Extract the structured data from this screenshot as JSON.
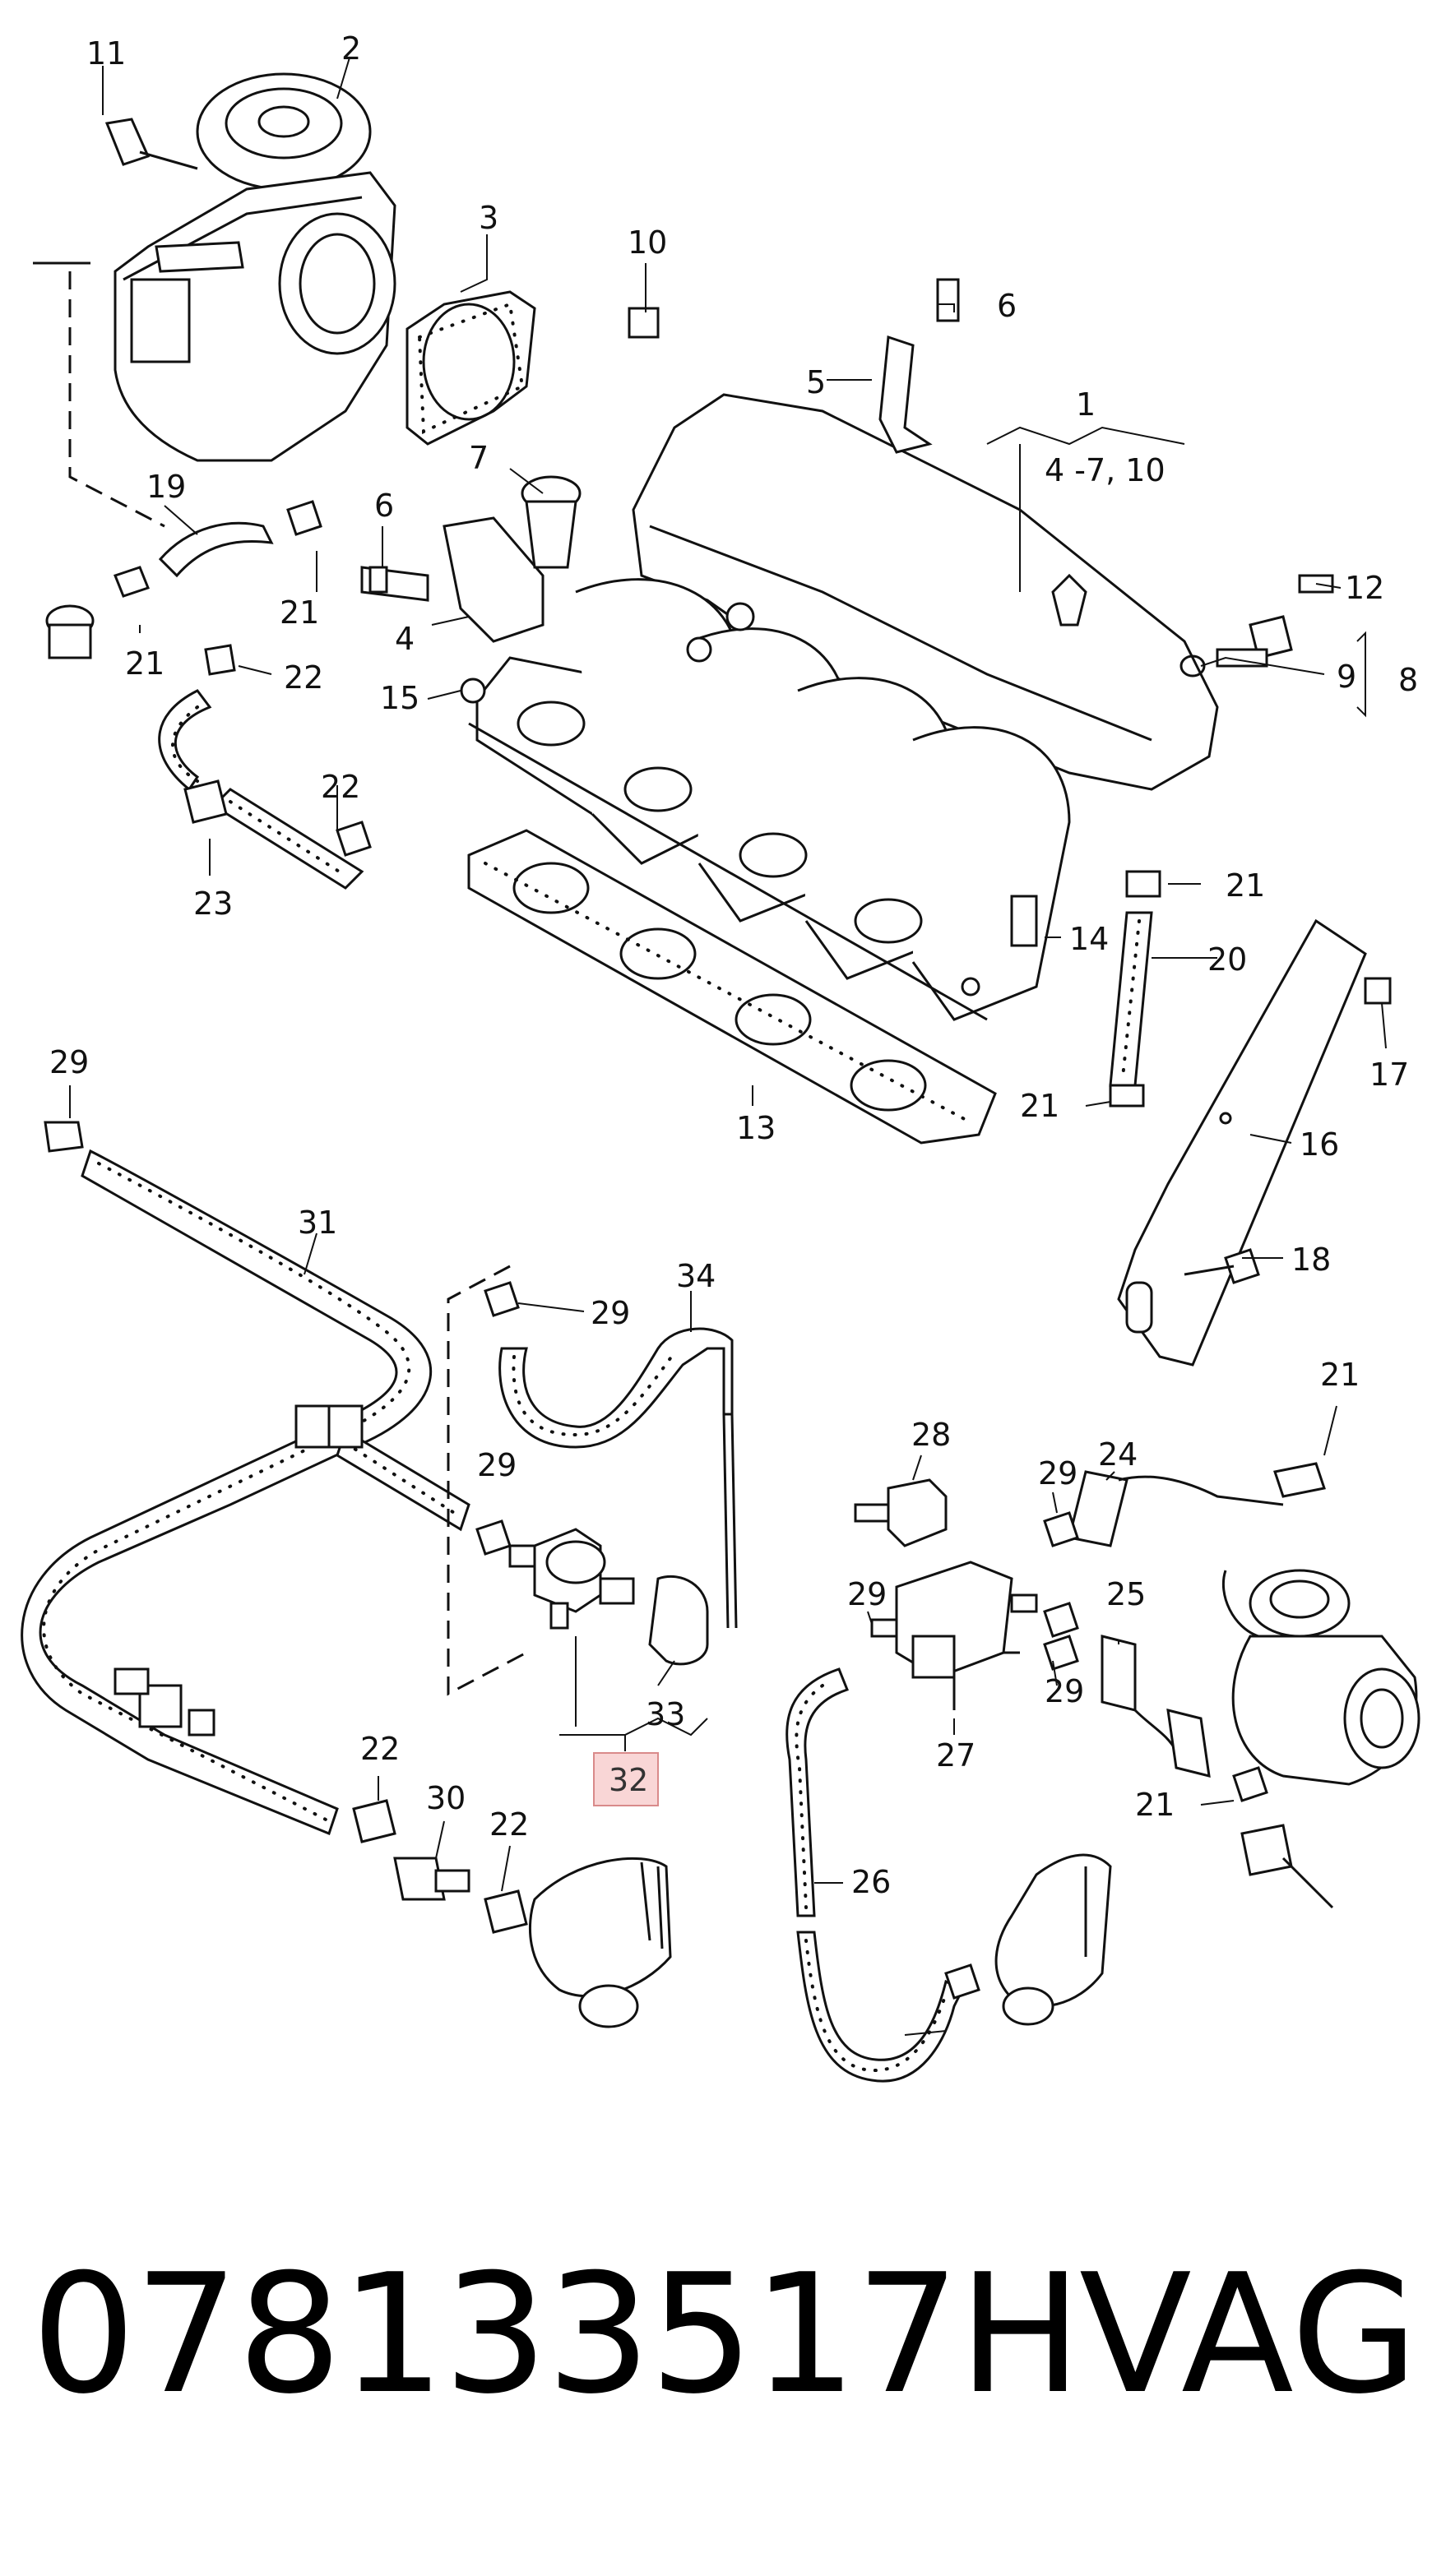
{
  "callouts": [
    "11",
    "2",
    "3",
    "10",
    "6",
    "5",
    "1",
    "4 -7, 10",
    "19",
    "7",
    "6",
    "21",
    "21",
    "22",
    "4",
    "12",
    "8",
    "9",
    "15",
    "22",
    "23",
    "21",
    "14",
    "20",
    "17",
    "29",
    "21",
    "16",
    "31",
    "13",
    "29",
    "34",
    "18",
    "21",
    "28",
    "24",
    "29",
    "29",
    "25",
    "27",
    "29",
    "33",
    "32",
    "22",
    "30",
    "22",
    "26",
    "21",
    "29"
  ],
  "highlight_color": "#f9d6d6",
  "highlight_border": "#d98a8a",
  "footer": {
    "part_number": "078133517H",
    "brand": "VAG"
  }
}
